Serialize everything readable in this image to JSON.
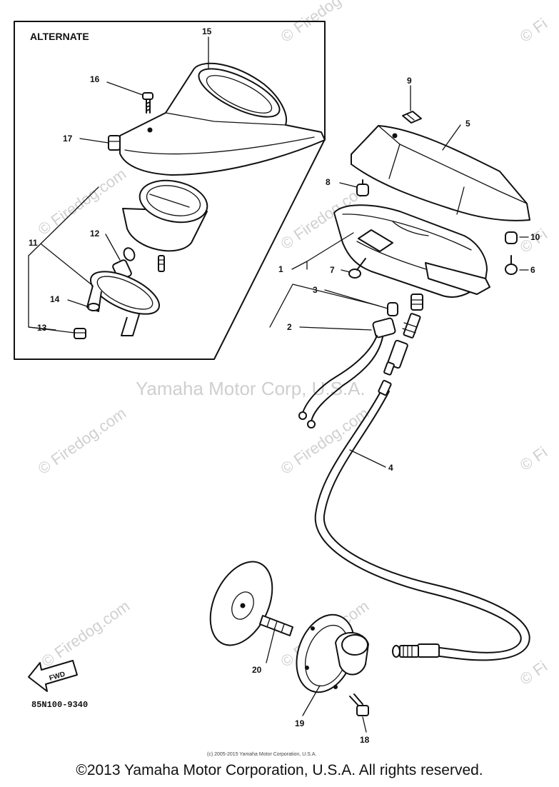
{
  "alternate_label": "ALTERNATE",
  "part_code": "85N100-9340",
  "fwd_label": "FWD",
  "callouts": {
    "c1": "1",
    "c2": "2",
    "c3": "3",
    "c4": "4",
    "c5": "5",
    "c6": "6",
    "c7": "7",
    "c8": "8",
    "c9": "9",
    "c10": "10",
    "c11": "11",
    "c12": "12",
    "c13": "13",
    "c14": "14",
    "c15": "15",
    "c16": "16",
    "c17": "17",
    "c18": "18",
    "c19": "19",
    "c20": "20"
  },
  "watermarks": {
    "firedog": "© Firedog.com",
    "firedog_partial_top": "© Firedog",
    "firedog_partial_right": "© Fi",
    "center": "Yamaha Motor Corp, U.S.A."
  },
  "small_credit": "(c) 2005-2015 Yamaha Motor Corporation, U.S.A.",
  "copyright": "©2013 Yamaha Motor Corporation, U.S.A. All rights reserved."
}
